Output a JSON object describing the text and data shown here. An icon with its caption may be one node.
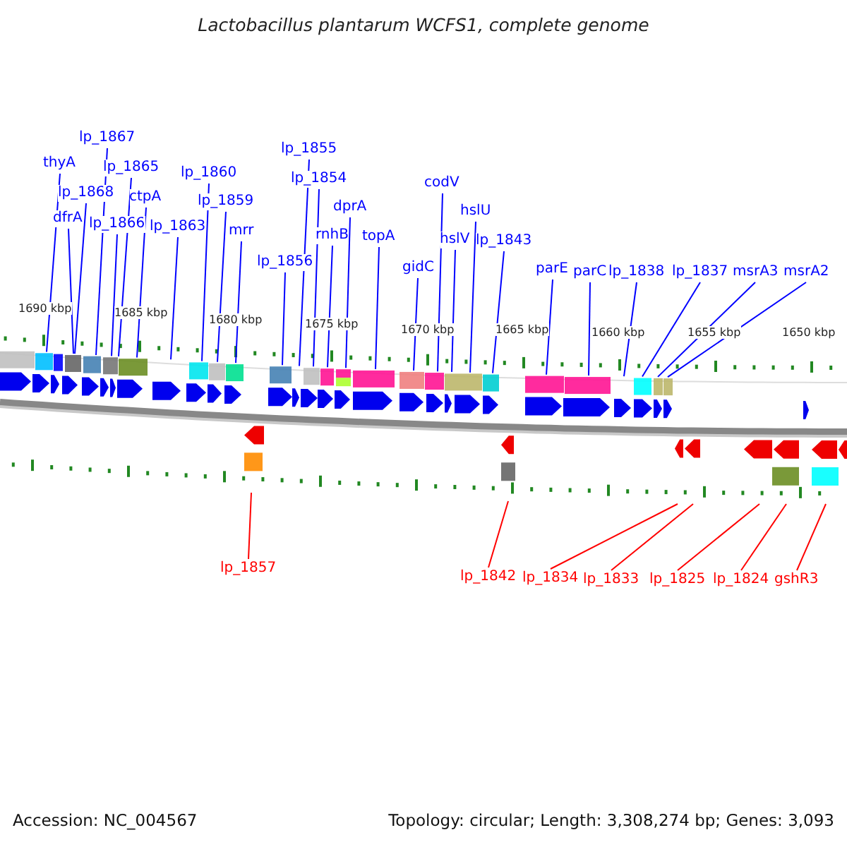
{
  "diagram": {
    "title": "Lactobacillus plantarum WCFS1, complete genome",
    "nodes": [
      {
        "text": [
          "lp_1867"
        ]
      },
      {
        "text": [
          "thyA"
        ]
      },
      {
        "text": [
          "lp_1865"
        ]
      },
      {
        "text": [
          "lp_1868"
        ]
      },
      {
        "text": [
          "ctpA"
        ]
      },
      {
        "text": [
          "dfrA"
        ]
      },
      {
        "text": [
          "lp_1866"
        ]
      },
      {
        "text": [
          "lp_1863"
        ]
      },
      {
        "text": [
          "lp_1860"
        ]
      },
      {
        "text": [
          "lp_1859"
        ]
      },
      {
        "text": [
          "mrr"
        ]
      },
      {
        "text": [
          "lp_1855"
        ]
      },
      {
        "text": [
          "lp_1854"
        ]
      },
      {
        "text": [
          "dprA"
        ]
      },
      {
        "text": [
          "rnhB"
        ]
      },
      {
        "text": [
          "topA"
        ]
      },
      {
        "text": [
          "lp_1856"
        ]
      },
      {
        "text": [
          "gidC"
        ]
      },
      {
        "text": [
          "codV"
        ]
      },
      {
        "text": [
          "hslU"
        ]
      },
      {
        "text": [
          "hslV"
        ]
      },
      {
        "text": [
          "lp_1843"
        ]
      },
      {
        "text": [
          "parE"
        ]
      },
      {
        "text": [
          "parC"
        ]
      },
      {
        "text": [
          "lp_1838"
        ]
      },
      {
        "text": [
          "lp_1837"
        ]
      },
      {
        "text": [
          "msrA3"
        ]
      },
      {
        "text": [
          "msrA2"
        ]
      },
      {
        "text": [
          "lp_1857"
        ]
      },
      {
        "text": [
          "lp_1842"
        ]
      },
      {
        "text": [
          "lp_1834"
        ]
      },
      {
        "text": [
          "lp_1833"
        ]
      },
      {
        "text": [
          "lp_1825"
        ]
      },
      {
        "text": [
          "lp_1824"
        ]
      },
      {
        "text": [
          "gshR3"
        ]
      }
    ],
    "edges": [
      {
        "from": 0,
        "to": null,
        "arrow": "none"
      },
      {
        "from": 1,
        "to": null,
        "arrow": "none"
      },
      {
        "from": 2,
        "to": null,
        "arrow": "none"
      },
      {
        "from": 3,
        "to": null,
        "arrow": "none"
      },
      {
        "from": 4,
        "to": null,
        "arrow": "none"
      },
      {
        "from": 5,
        "to": null,
        "arrow": "none"
      },
      {
        "from": 6,
        "to": null,
        "arrow": "none"
      },
      {
        "from": 7,
        "to": null,
        "arrow": "none"
      },
      {
        "from": 8,
        "to": null,
        "arrow": "none"
      },
      {
        "from": 9,
        "to": null,
        "arrow": "none"
      },
      {
        "from": 10,
        "to": null,
        "arrow": "none"
      },
      {
        "from": 11,
        "to": null,
        "arrow": "none"
      },
      {
        "from": 12,
        "to": null,
        "arrow": "none"
      },
      {
        "from": 13,
        "to": null,
        "arrow": "none"
      },
      {
        "from": 14,
        "to": null,
        "arrow": "none"
      },
      {
        "from": 15,
        "to": null,
        "arrow": "none"
      },
      {
        "from": 16,
        "to": null,
        "arrow": "none"
      },
      {
        "from": 17,
        "to": null,
        "arrow": "none"
      },
      {
        "from": 18,
        "to": null,
        "arrow": "none"
      },
      {
        "from": 19,
        "to": null,
        "arrow": "none"
      },
      {
        "from": 20,
        "to": null,
        "arrow": "none"
      },
      {
        "from": 21,
        "to": null,
        "arrow": "none"
      },
      {
        "from": 22,
        "to": null,
        "arrow": "none"
      },
      {
        "from": 23,
        "to": null,
        "arrow": "none"
      },
      {
        "from": 24,
        "to": null,
        "arrow": "none"
      },
      {
        "from": 25,
        "to": null,
        "arrow": "none"
      },
      {
        "from": 26,
        "to": null,
        "arrow": "none"
      },
      {
        "from": 27,
        "to": null,
        "arrow": "none"
      },
      {
        "from": 28,
        "to": null,
        "arrow": "none",
        "color": "#ff0000"
      },
      {
        "from": 29,
        "to": null,
        "arrow": "none",
        "color": "#ff0000"
      },
      {
        "from": 30,
        "to": null,
        "arrow": "none",
        "color": "#ff0000"
      },
      {
        "from": 31,
        "to": null,
        "arrow": "none",
        "color": "#ff0000"
      },
      {
        "from": 32,
        "to": null,
        "arrow": "none",
        "color": "#ff0000"
      },
      {
        "from": 33,
        "to": null,
        "arrow": "none",
        "color": "#ff0000"
      },
      {
        "from": 34,
        "to": null,
        "arrow": "none",
        "color": "#ff0000"
      }
    ],
    "labels": [
      "1690 kbp",
      "1685 kbp",
      "1680 kbp",
      "1675 kbp",
      "1670 kbp",
      "1665 kbp",
      "1660 kbp",
      "1655 kbp",
      "1650 kbp",
      "Accession: NC_004567",
      "Topology: circular; Length: 3,308,274 bp; Genes: 3,093"
    ]
  }
}
